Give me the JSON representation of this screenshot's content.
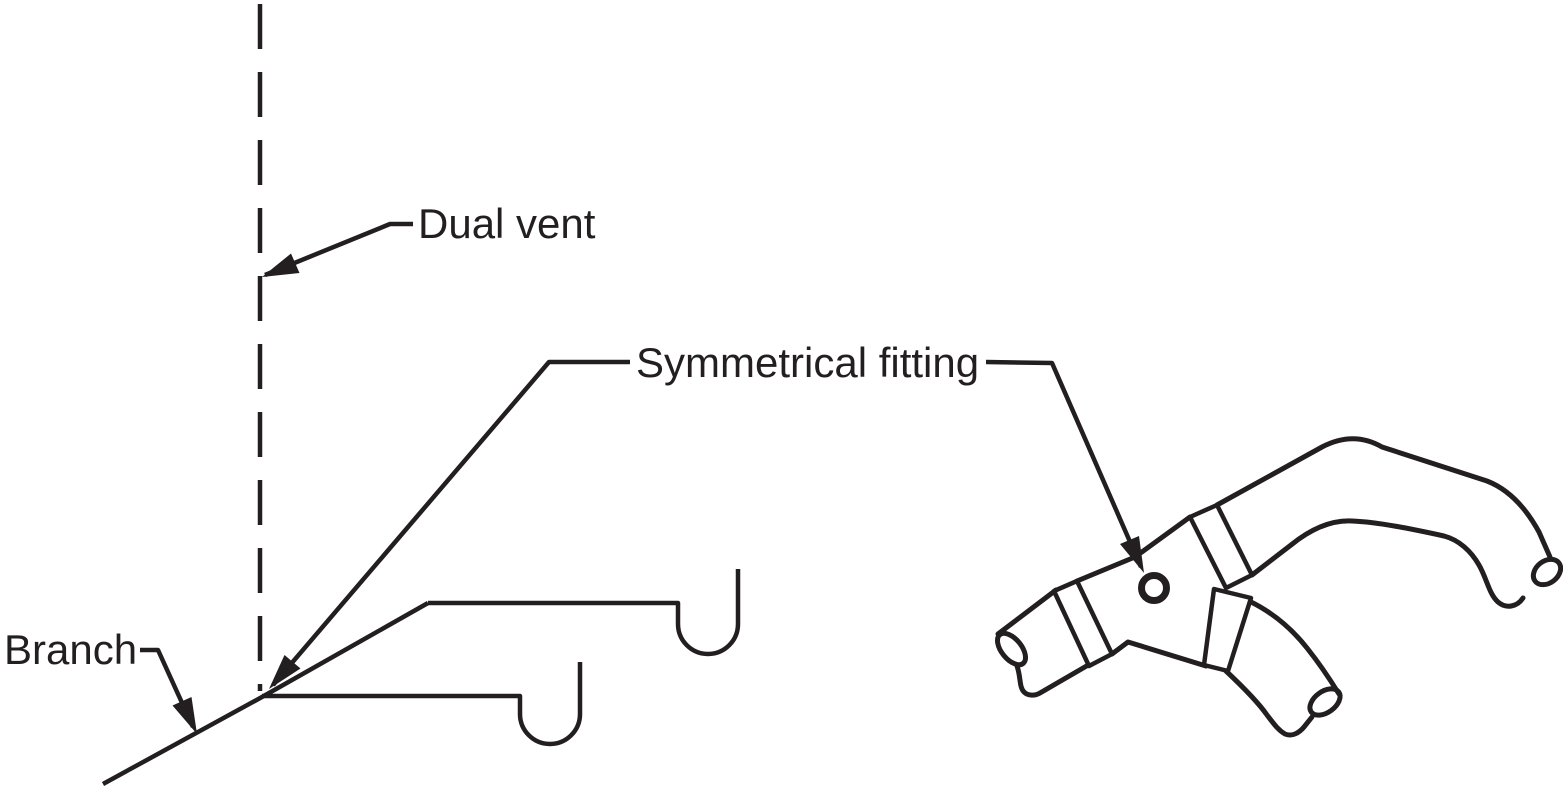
{
  "figure": {
    "background_color": "#ffffff",
    "line_color": "#231f20",
    "labels": {
      "dual_vent": "Dual vent",
      "symmetrical_fitting": "Symmetrical fitting",
      "branch": "Branch"
    }
  }
}
